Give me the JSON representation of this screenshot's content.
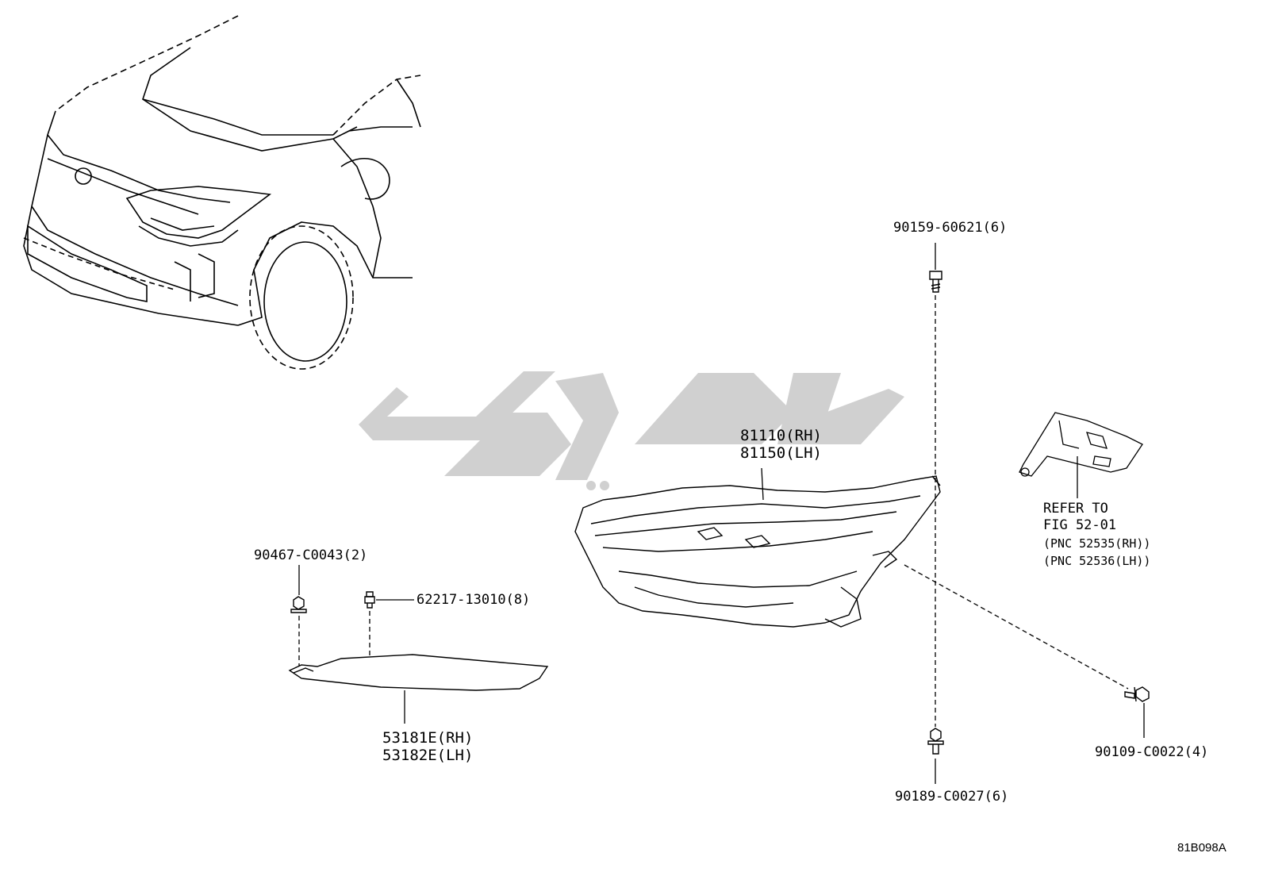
{
  "diagram_id": "81B098A",
  "watermark_text": "تو پارت",
  "parts": {
    "headlamp": {
      "line1": "81110(RH)",
      "line2": "81150(LH)"
    },
    "screw_top": "90159-60621(6)",
    "screw_bottom": "90189-C0027(6)",
    "screw_right": "90109-C0022(4)",
    "bracket_ref": {
      "line1": "REFER TO",
      "line2": "FIG 52-01",
      "line3": "(PNC 52535(RH))",
      "line4": "(PNC 52536(LH))"
    },
    "nut_left": "90467-C0043(2)",
    "clip": "62217-13010(8)",
    "cover": {
      "line1": "53181E(RH)",
      "line2": "53182E(LH)"
    }
  }
}
